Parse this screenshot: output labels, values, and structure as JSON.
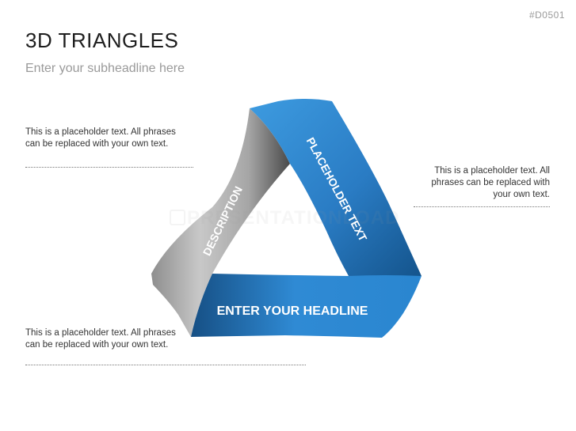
{
  "slide": {
    "code": "#D0501",
    "title": "3D TRIANGLES",
    "subtitle": "Enter your subheadline here"
  },
  "notes": {
    "left_top": "This is a placeholder text. All phrases can be replaced with your own text.",
    "right": "This is a placeholder text. All phrases can be replaced with your own text.",
    "left_bottom": "This is a placeholder text. All phrases can be replaced with your own text."
  },
  "triangle": {
    "left_band_label": "DESCRIPTION",
    "right_band_label": "PLACEHOLDER TEXT",
    "bottom_band_label": "ENTER YOUR HEADLINE"
  },
  "watermark": "PRESENTATIONLOAD",
  "colors": {
    "blue_light": "#3d9be0",
    "blue_dark": "#14548c",
    "gray_light": "#c4c4c4",
    "gray_dark": "#4a4a4a"
  }
}
